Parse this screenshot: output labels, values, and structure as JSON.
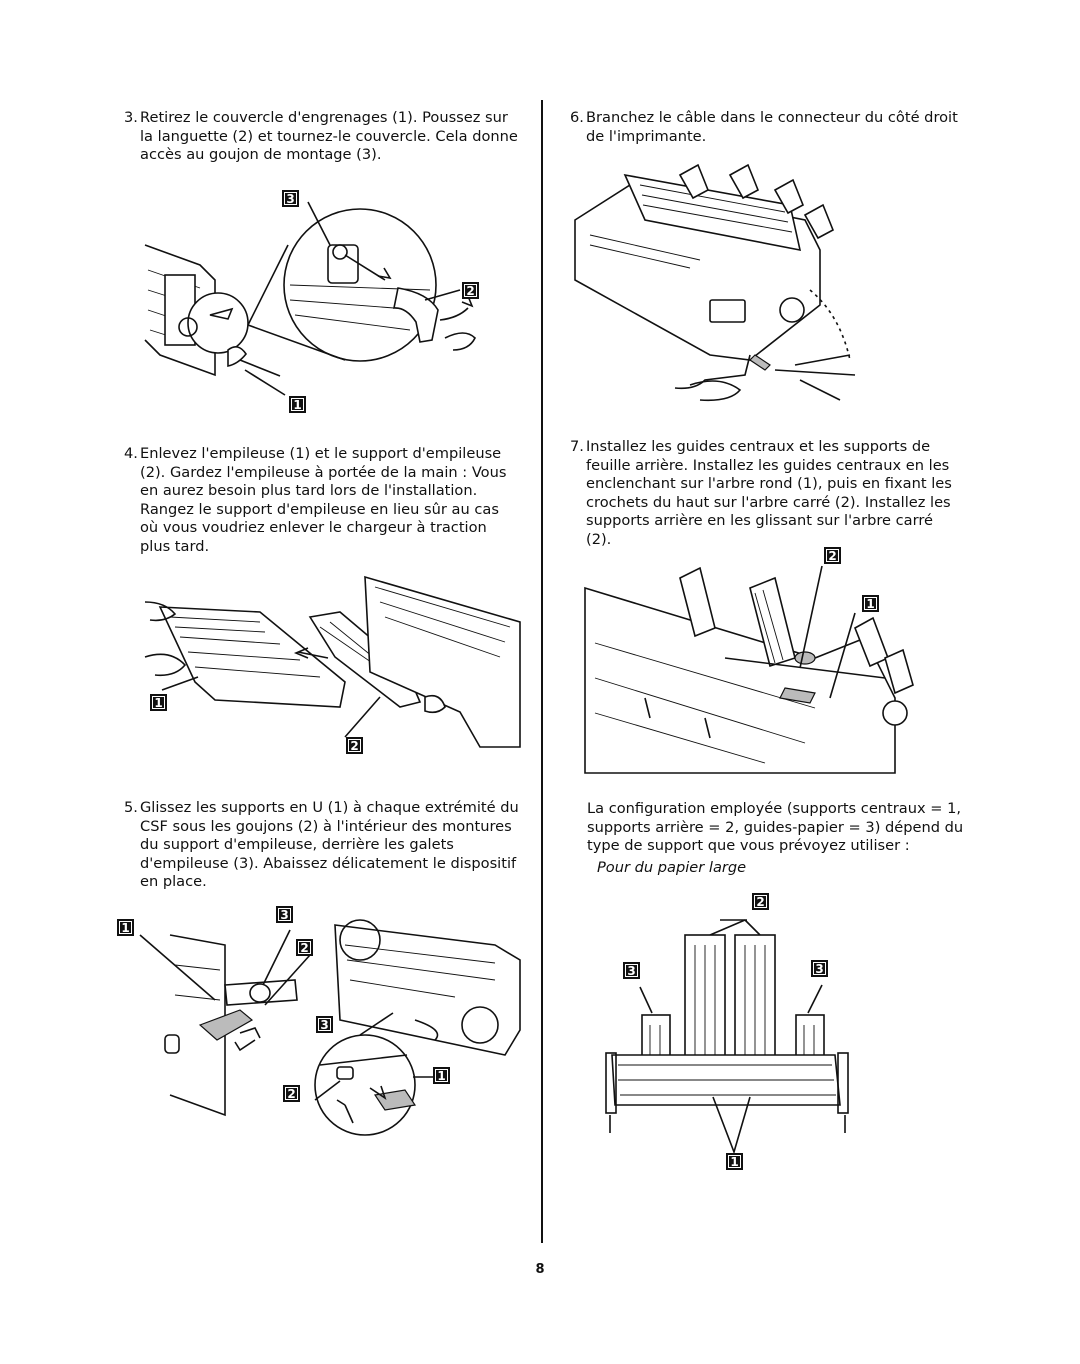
{
  "steps": {
    "s3": {
      "num": "3.",
      "text": "Retirez le couvercle d'engrenages (1).  Poussez sur la languette (2) et tournez-le couvercle. Cela donne accès au goujon de montage (3)."
    },
    "s4": {
      "num": "4.",
      "text": "Enlevez l'empileuse (1) et le support d'empileuse (2). Gardez l'empileuse à portée de la main : Vous en aurez besoin plus tard lors de l'installation. Rangez le support d'empileuse en lieu sûr au cas où vous voudriez enlever le chargeur à traction plus tard."
    },
    "s5": {
      "num": "5.",
      "text": "Glissez les supports en U (1) à chaque extrémité du CSF sous les goujons (2) à l'intérieur des montures du support d'empileuse, derrière les galets d'empileuse (3). Abaissez délicatement le dispositif en place."
    },
    "s6": {
      "num": "6.",
      "text": "Branchez le câble dans le connecteur du côté droit de l'imprimante."
    },
    "s7": {
      "num": "7.",
      "text": "Installez les guides centraux et les supports de feuille arrière. Installez les guides centraux en les enclenchant sur l'arbre rond (1), puis en fixant les crochets du haut sur l'arbre carré (2). Installez les supports arrière en les glissant sur l'arbre carré (2)."
    }
  },
  "config_note": "La configuration employée (supports centraux = 1, supports arrière = 2, guides-papier = 3) dépend du type de support que vous prévoyez utiliser :",
  "wide_paper_label": "Pour du papier large",
  "callouts": {
    "one": "1",
    "two": "2",
    "three": "3"
  },
  "page_number": "8"
}
